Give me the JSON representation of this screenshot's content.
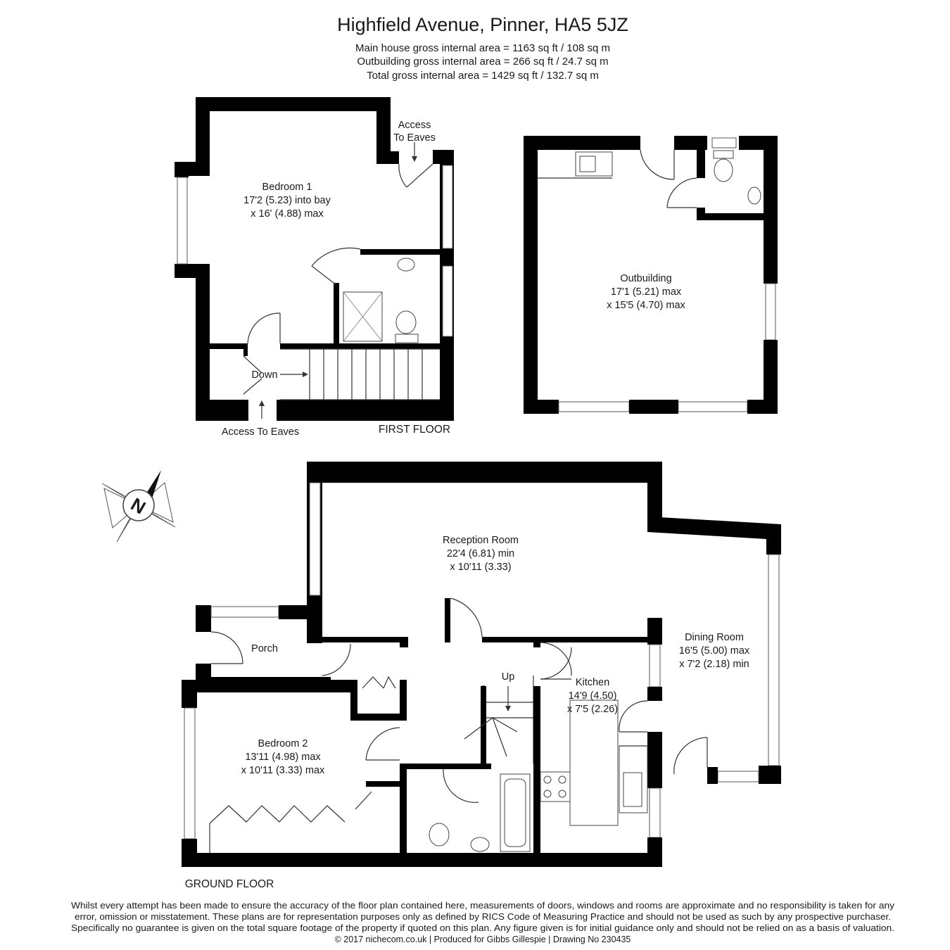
{
  "header": {
    "title": "Highfield Avenue, Pinner, HA5 5JZ",
    "area_main": "Main house gross internal area =  1163 sq ft / 108 sq m",
    "area_outbuilding": "Outbuilding gross internal area = 266 sq ft / 24.7 sq m",
    "area_total": "Total gross internal area =  1429 sq ft / 132.7 sq m"
  },
  "first_floor": {
    "label": "FIRST FLOOR",
    "bedroom1": {
      "name": "Bedroom 1",
      "dim1": "17'2 (5.23) into bay",
      "dim2": "x 16' (4.88) max"
    },
    "eaves_top_1": "Access",
    "eaves_top_2": "To Eaves",
    "eaves_bottom": "Access To Eaves",
    "stairs_label": "Down"
  },
  "outbuilding": {
    "name": "Outbuilding",
    "dim1": "17'1 (5.21) max",
    "dim2": "x 15'5 (4.70) max"
  },
  "ground_floor": {
    "label": "GROUND FLOOR",
    "reception": {
      "name": "Reception Room",
      "dim1": "22'4 (6.81) min",
      "dim2": "x 10'11 (3.33)"
    },
    "dining": {
      "name": "Dining Room",
      "dim1": "16'5 (5.00) max",
      "dim2": "x 7'2 (2.18) min"
    },
    "kitchen": {
      "name": "Kitchen",
      "dim1": "14'9 (4.50)",
      "dim2": "x 7'5 (2.26)"
    },
    "porch": {
      "name": "Porch"
    },
    "bedroom2": {
      "name": "Bedroom 2",
      "dim1": "13'11 (4.98) max",
      "dim2": "x 10'11 (3.33) max"
    },
    "stairs_label": "Up"
  },
  "compass": {
    "letter": "N"
  },
  "disclaimer": {
    "line1": "Whilst every attempt has been made to ensure the accuracy of the floor plan contained here, measurements of doors, windows and rooms are approximate and no responsibility is taken for any",
    "line2": "error, omission or misstatement. These plans are for representation purposes only as defined by RICS Code of Measuring Practice and should not be used as such by any prospective purchaser.",
    "line3": "Specifically no guarantee is given on the total square footage of the property if quoted on this plan. Any figure given is for initial guidance only and should not be relied on as a basis of valuation.",
    "line4": "© 2017 nichecom.co.uk  |  Produced for Gibbs Gillespie  |  Drawing No 230435"
  }
}
